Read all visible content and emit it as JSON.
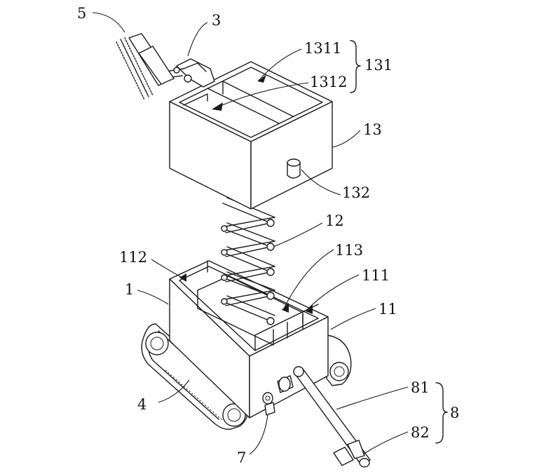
{
  "labels": {
    "l5": "5",
    "l3": "3",
    "l1311": "1311",
    "l1312": "1312",
    "l131": "131",
    "l13": "13",
    "l132": "132",
    "l12": "12",
    "l112": "112",
    "l113": "113",
    "l111": "111",
    "l1": "1",
    "l11": "11",
    "l4": "4",
    "l81": "81",
    "l8": "8",
    "l82": "82",
    "l7": "7"
  }
}
